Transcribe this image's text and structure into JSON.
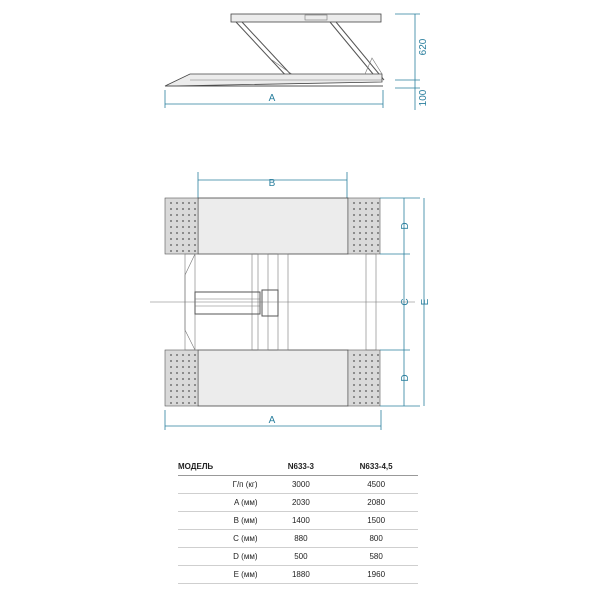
{
  "dimensions": {
    "top_height": "620",
    "top_base": "100",
    "top_width": "A",
    "plan_width_b": "B",
    "plan_width_a": "A",
    "plan_d_upper": "D",
    "plan_c": "C",
    "plan_d_lower": "D",
    "plan_e": "E"
  },
  "table": {
    "headers": [
      "МОДЕЛЬ",
      "N633-3",
      "N633-4,5"
    ],
    "rows": [
      {
        "label": "Г/п (кг)",
        "v1": "3000",
        "v2": "4500"
      },
      {
        "label": "A (мм)",
        "v1": "2030",
        "v2": "2080"
      },
      {
        "label": "B (мм)",
        "v1": "1400",
        "v2": "1500"
      },
      {
        "label": "C (мм)",
        "v1": "880",
        "v2": "800"
      },
      {
        "label": "D (мм)",
        "v1": "500",
        "v2": "580"
      },
      {
        "label": "E (мм)",
        "v1": "1880",
        "v2": "1960"
      }
    ]
  },
  "colors": {
    "dimension": "#2a7f9e",
    "outline": "#444444",
    "fill": "#ececec"
  }
}
